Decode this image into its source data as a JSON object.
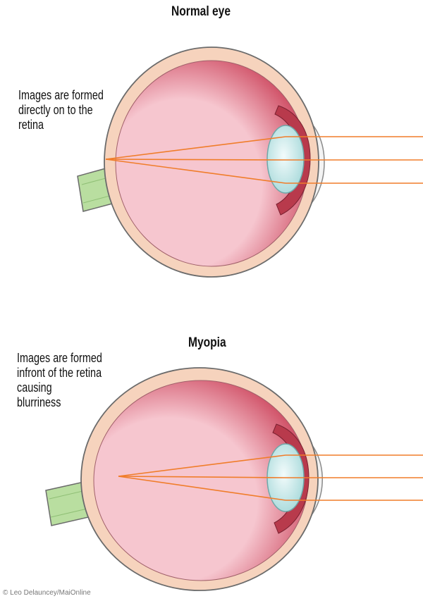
{
  "diagrams": [
    {
      "title": "Normal eye",
      "caption_lines": [
        "Images are formed",
        "directly on to the",
        "retina"
      ]
    },
    {
      "title": "Myopia",
      "caption_lines": [
        "Images are formed",
        "infront of the retina",
        "causing",
        "blurriness"
      ]
    }
  ],
  "credit": "© Leo Delauncey/MaiOnline",
  "colors": {
    "sclera": "#f6d3bd",
    "sclera_outline": "#6b6b6b",
    "interior_light": "#f6c6cf",
    "interior_dark": "#c7354e",
    "lens": "#a9dadb",
    "optic_nerve": "#b9dea0",
    "light_ray": "#f07d2a"
  }
}
